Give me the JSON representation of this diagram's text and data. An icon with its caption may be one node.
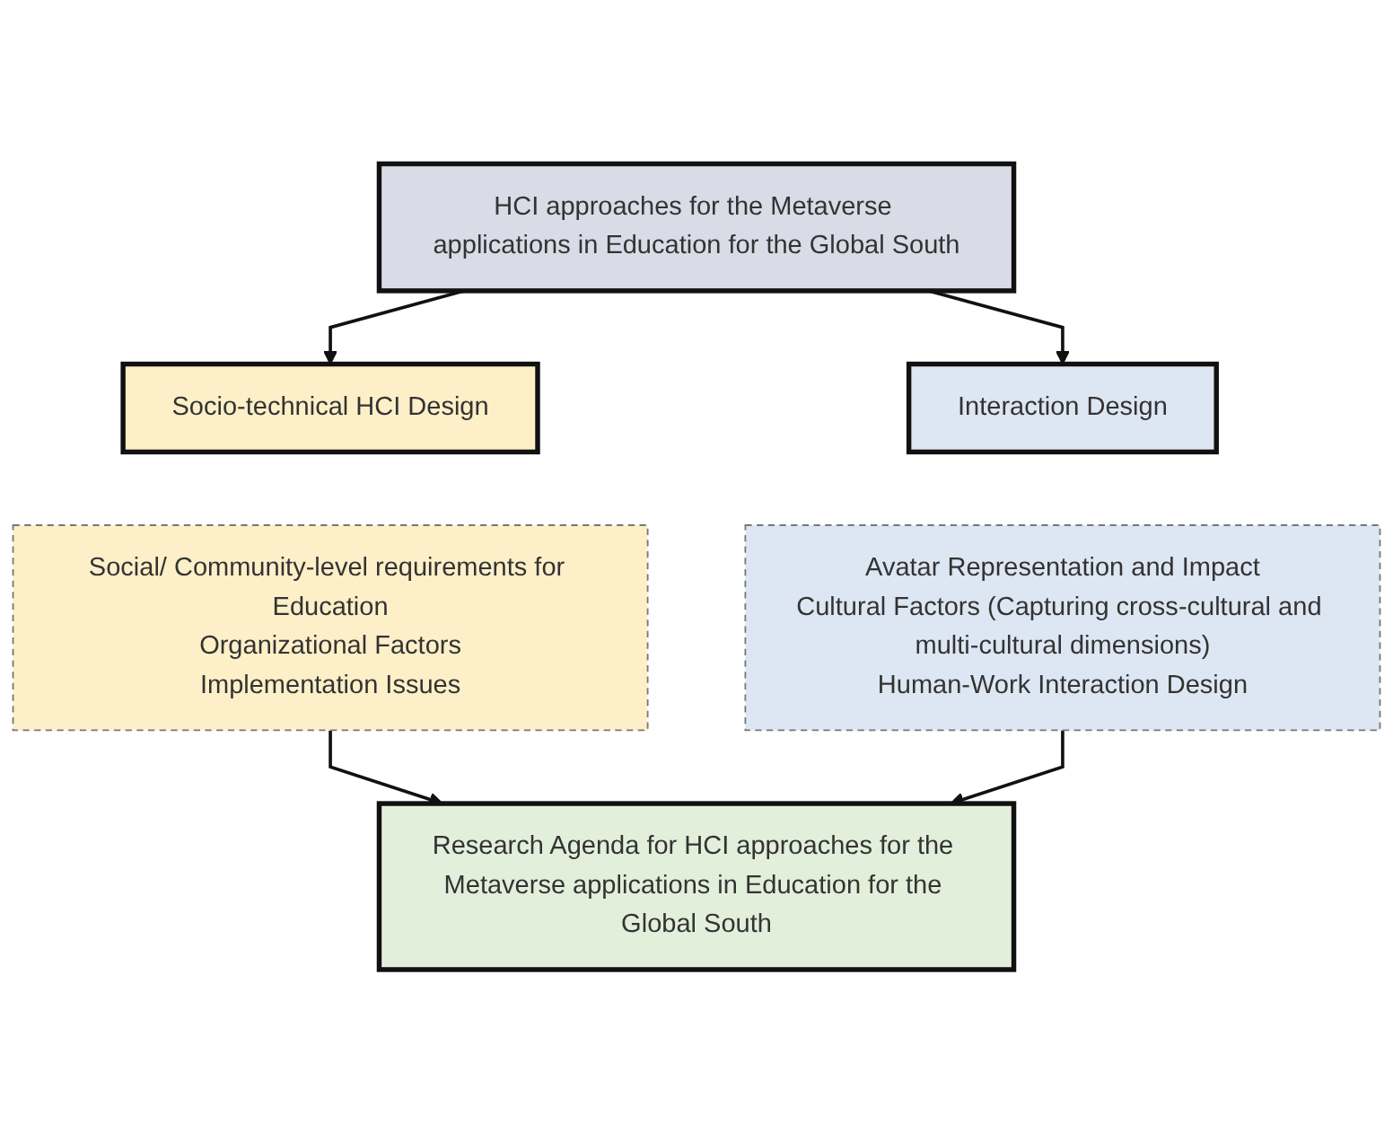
{
  "diagram": {
    "nodes": [
      {
        "text": [
          "HCI approaches for the Metaverse applications in Education for the Global South"
        ]
      },
      {
        "text": [
          "Socio-technical HCI Design"
        ]
      },
      {
        "text": [
          "Interaction Design"
        ]
      },
      {
        "text": [
          "Social/ Community-level requirements for Education",
          "Organizational Factors",
          "Implementation Issues"
        ]
      },
      {
        "text": [
          "Avatar Representation and Impact",
          "Cultural Factors (Capturing cross-cultural and multi-cultural dimensions)",
          "Human-Work Interaction Design"
        ]
      },
      {
        "text": [
          "Research Agenda for HCI approaches for the Metaverse applications in Education for the Global South"
        ]
      }
    ],
    "edges": [
      {
        "from": 0,
        "to": 1,
        "arrow": "to"
      },
      {
        "from": 0,
        "to": 2,
        "arrow": "to"
      },
      {
        "from": 3,
        "to": 5,
        "arrow": "to"
      },
      {
        "from": 4,
        "to": 5,
        "arrow": "to"
      }
    ]
  }
}
